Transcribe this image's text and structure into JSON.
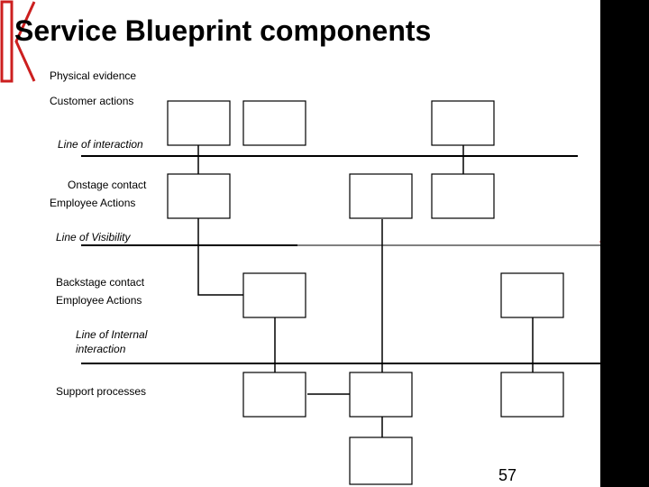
{
  "title": "Service Blueprint components",
  "labels": {
    "physical_evidence": "Physical evidence",
    "customer_actions": "Customer actions",
    "line_of_interaction": "Line of interaction",
    "onstage_contact": "Onstage contact",
    "employee_actions_onstage": "Employee Actions",
    "line_of_visibility": "Line of Visibility",
    "backstage_contact": "Backstage contact",
    "employee_actions_backstage": "Employee Actions",
    "line_of_internal_1": "Line of Internal",
    "line_of_internal_2": "interaction",
    "support_processes": "Support processes"
  },
  "page_number": "57",
  "colors": {
    "accent": "#cc1f1f",
    "ink": "#000000",
    "side_bar": "#000000"
  }
}
